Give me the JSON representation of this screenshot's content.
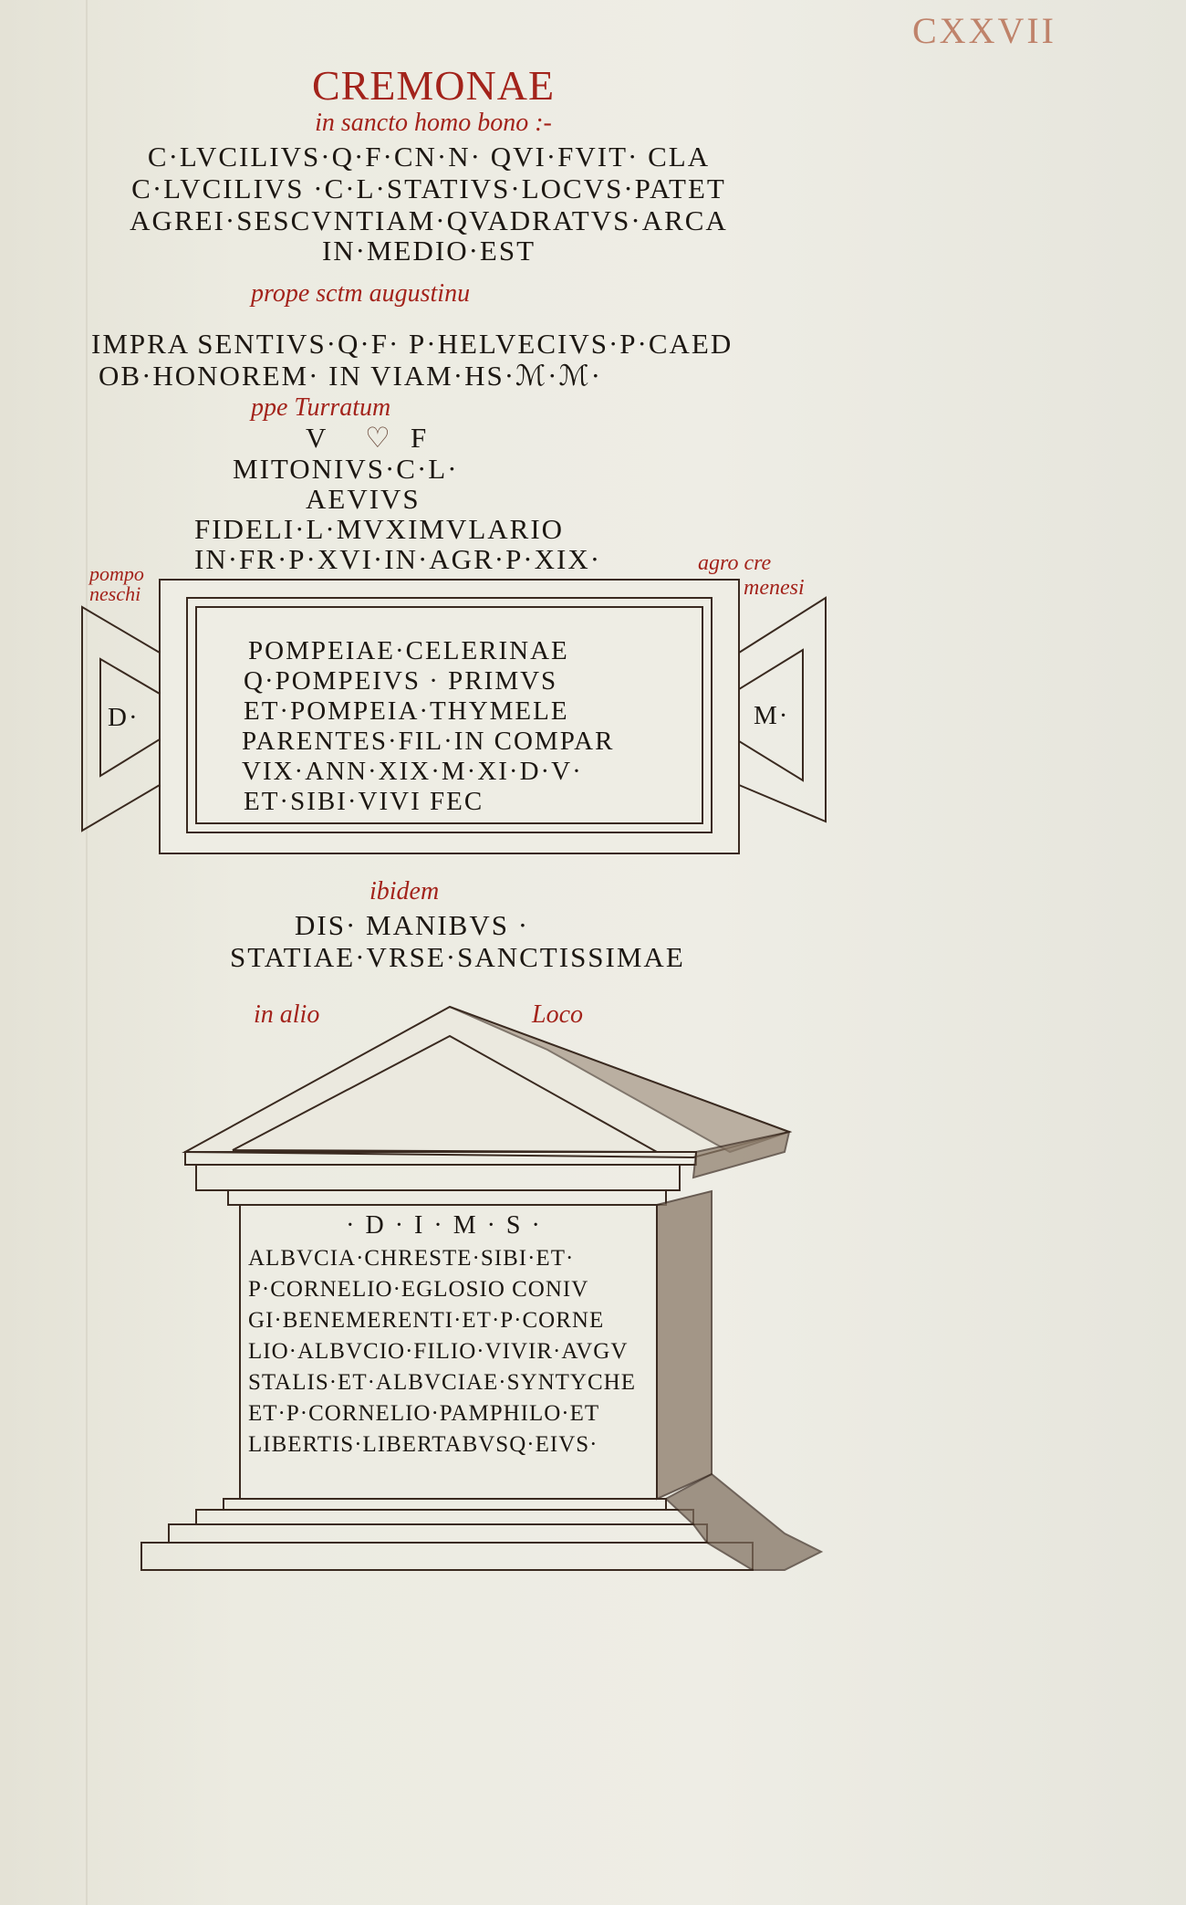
{
  "page_number": "CXXVII",
  "heading": "CREMONAE",
  "section1": {
    "location": "in sancto homo bono :-",
    "lines": [
      "C·LVCILIVS·Q·F·CN·N· QVI·FVIT· CLA",
      "C·LVCILIVS ·C·L·STATIVS·LOCVS·PATET",
      "AGREI·SESCVNTIAM·QVADRATVS·ARCA",
      "IN·MEDIO·EST"
    ]
  },
  "section2": {
    "location": "prope sctm augustinu",
    "lines": [
      "IMPRA  SENTIVS·Q·F· P·HELVECIVS·P·CAED",
      "OB·HONOREM· IN VIAM·HS·ℳ·ℳ·"
    ]
  },
  "section3": {
    "location": "ppe Turratum",
    "vf": [
      "V",
      "F"
    ],
    "lines": [
      "MITONIVS·C·L·",
      "AEVIVS",
      "FIDELI·L·MVXIMVLARIO",
      "IN·FR·P·XVI·IN·AGR·P·XIX·"
    ]
  },
  "tablet": {
    "left_note": [
      "pompo",
      "neschi"
    ],
    "right_note": [
      "agro cre",
      "menesi"
    ],
    "left_wing": "D·",
    "right_wing": "M·",
    "lines": [
      "POMPEIAE·CELERINAE",
      "Q·POMPEIVS · PRIMVS",
      "ET·POMPEIA·THYMELE",
      "PARENTES·FIL·IN COMPAR",
      "VIX·ANN·XIX·M·XI·D·V·",
      "ET·SIBI·VIVI  FEC"
    ]
  },
  "section4": {
    "location": "ibidem",
    "lines": [
      "DIS· MANIBVS ·",
      "STATIAE·VRSE·SANCTISSIMAE"
    ]
  },
  "altar": {
    "location_left": "in alio",
    "location_right": "Loco",
    "header": "·D·I·M·S·",
    "lines": [
      "ALBVCIA·CHRESTE·SIBI·ET·",
      "P·CORNELIO·EGLOSIO CONIV",
      "GI·BENEMERENTI·ET·P·CORNE",
      "LIO·ALBVCIO·FILIO·VIVIR·AVGV",
      "STALIS·ET·ALBVCIAE·SYNTYCHE",
      "ET·P·CORNELIO·PAMPHILO·ET",
      "LIBERTIS·LIBERTABVSQ·EIVS·"
    ]
  },
  "colors": {
    "parchment": "#ecebe1",
    "rubric": "#a3231b",
    "ink": "#1c1712"
  }
}
